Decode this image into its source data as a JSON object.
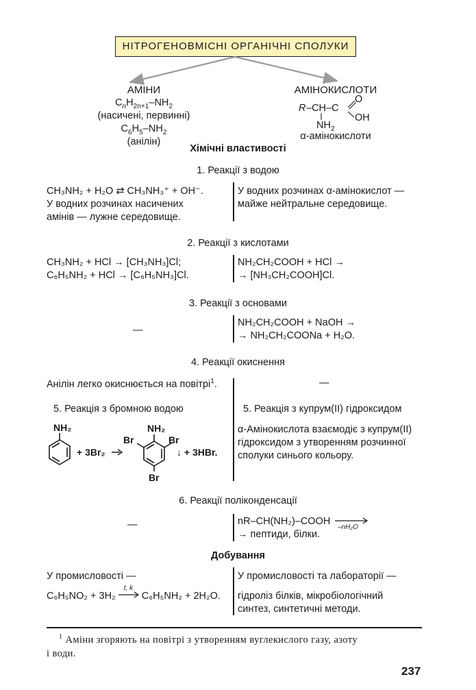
{
  "title": "НІТРОГЕНОВМІСНІ ОРГАНІЧНІ СПОЛУКИ",
  "amines": {
    "name": "АМІНИ",
    "formula_prefix": "C",
    "formula_sub1": "n",
    "formula_mid": "H",
    "formula_sub2": "2n+1",
    "formula_suffix": "–NH",
    "formula_sub3": "2",
    "type": "(насичені, первинні)",
    "aniline_a": "C",
    "aniline_sub1": "6",
    "aniline_b": "H",
    "aniline_sub2": "5",
    "aniline_c": "–NH",
    "aniline_sub3": "2",
    "aniline_name": "(анілін)"
  },
  "amino_acids": {
    "name": "АМІНОКИСЛОТИ",
    "struct_r": "R",
    "struct_chain": "–CH–C",
    "struct_o": "O",
    "struct_oh": "OH",
    "struct_nh": "NH",
    "struct_nh_sub": "2",
    "caption": "α-амінокислоти"
  },
  "chemical_properties": "Хімічні властивості",
  "sections": {
    "s1": {
      "num": "1.",
      "title": "Реакції з водою",
      "left_line1": "CH₃NH₂ + H₂O ⇄ CH₃NH₃⁺ + OH⁻.",
      "left_line2": "У водних розчинах насичених",
      "left_line3": "амінів — лужне середовище.",
      "right_line1": "У водних розчинах α-амінокислот —",
      "right_line2": "майже нейтральне середовище."
    },
    "s2": {
      "num": "2.",
      "title": "Реакції з кислотами",
      "left_line1": "CH₃NH₂ + HCl → [CH₃NH₃]Cl;",
      "left_line2": "C₆H₅NH₂ + HCl → [C₆H₅NH₃]Cl.",
      "right_line1": "NH₂CH₂COOH + HCl →",
      "right_line2": "→ [NH₃CH₂COOH]Cl."
    },
    "s3": {
      "num": "3.",
      "title": "Реакції з основами",
      "left": "—",
      "right_line1": "NH₂CH₂COOH + NaOH →",
      "right_line2": "→ NH₂CH₂COONa + H₂O."
    },
    "s4": {
      "num": "4.",
      "title": "Реакції окиснення",
      "left": "Анілін легко окиснюється на повітрі",
      "left_sup": "1",
      "left_end": ".",
      "right": "—"
    },
    "s5": {
      "left_num": "5.",
      "left_title": "Реакція з бромною водою",
      "right_num": "5.",
      "right_title": "Реакція з купрум(ІІ) гідроксидом",
      "right_line1": "α-Амінокислота взаємодіє з купрум(ІІ)",
      "right_line2": "гідроксидом з утворенням розчинної",
      "right_line3": "сполуки синього кольору.",
      "nh2_left": "NH₂",
      "plus_br2": "+ 3Br₂",
      "nh2_right": "NH₂",
      "br_label": "Br",
      "plus_hbr": "↓ + 3HBr."
    },
    "s6": {
      "num": "6.",
      "title": "Реакції поліконденсації",
      "left": "—",
      "right_line1": "nR–CH(NH₂)–COOH",
      "right_arrow_label": "–nH₂O",
      "right_line2": "→ пептиди, білки."
    }
  },
  "production": {
    "title": "Добування",
    "left_line1": "У промисловості —",
    "left_line2a": "C₆H₅NO₂ + 3H₂",
    "left_arrow_label": "t, k",
    "left_line2b": "C₆H₅NH₂ + 2H₂O.",
    "right_line1": "У промисловості  та лабораторії —",
    "right_line2": "гідроліз білків, мікробіологічний",
    "right_line3": "синтез, синтетичні методи."
  },
  "footnote": {
    "mark": "1",
    "line1": "Аміни згоряють на повітрі з утворенням вуглекислого газу, азоту",
    "line2": "і води."
  },
  "page_number": "237",
  "colors": {
    "title_bg": "#fbf3b8",
    "arrow": "#9a9a9a"
  }
}
